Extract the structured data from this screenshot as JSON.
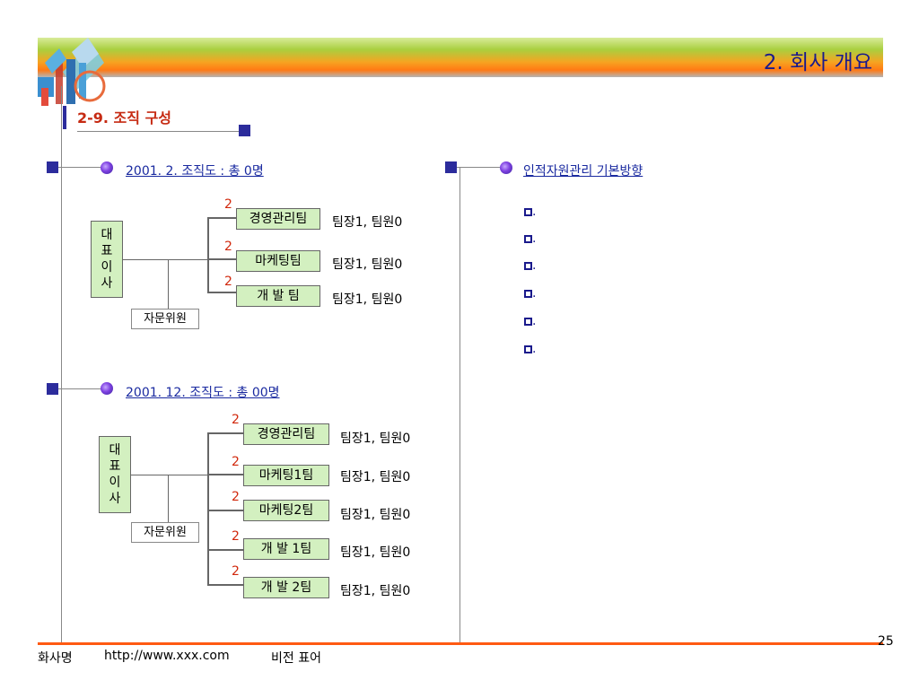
{
  "header": {
    "title": "2. 회사 개요"
  },
  "section": {
    "title": "2-9. 조직 구성"
  },
  "org1": {
    "title": "2001. 2. 조직도 : 총 0명",
    "ceo": [
      "대",
      "표",
      "이",
      "사"
    ],
    "advisor": "자문위원",
    "teams": [
      {
        "count": "2",
        "name": "경영관리팀",
        "members": "팀장1, 팀원0"
      },
      {
        "count": "2",
        "name": "마케팅팀",
        "members": "팀장1, 팀원0"
      },
      {
        "count": "2",
        "name": "개 발 팀",
        "members": "팀장1, 팀원0"
      }
    ]
  },
  "org2": {
    "title": "2001. 12. 조직도 : 총 00명",
    "ceo": [
      "대",
      "표",
      "이",
      "사"
    ],
    "advisor": "자문위원",
    "teams": [
      {
        "count": "2",
        "name": "경영관리팀",
        "members": "팀장1, 팀원0"
      },
      {
        "count": "2",
        "name": "마케팅1팀",
        "members": "팀장1, 팀원0"
      },
      {
        "count": "2",
        "name": "마케팅2팀",
        "members": "팀장1, 팀원0"
      },
      {
        "count": "2",
        "name": "개 발 1팀",
        "members": "팀장1, 팀원0"
      },
      {
        "count": "2",
        "name": "개 발 2팀",
        "members": "팀장1, 팀원0"
      }
    ]
  },
  "hr": {
    "title": "인적자원관리 기본방향",
    "items": [
      ".",
      ".",
      ".",
      ".",
      ".",
      "."
    ]
  },
  "footer": {
    "company": "화사명",
    "url": "http://www.xxx.com",
    "vision": "비전 표어",
    "page": "25"
  },
  "colors": {
    "accent": "#2c2c9c",
    "title_red": "#c62a12",
    "link_blue": "#1a2aa0",
    "box_green": "#d3f0c0",
    "footer_orange": "#ff5a12"
  }
}
